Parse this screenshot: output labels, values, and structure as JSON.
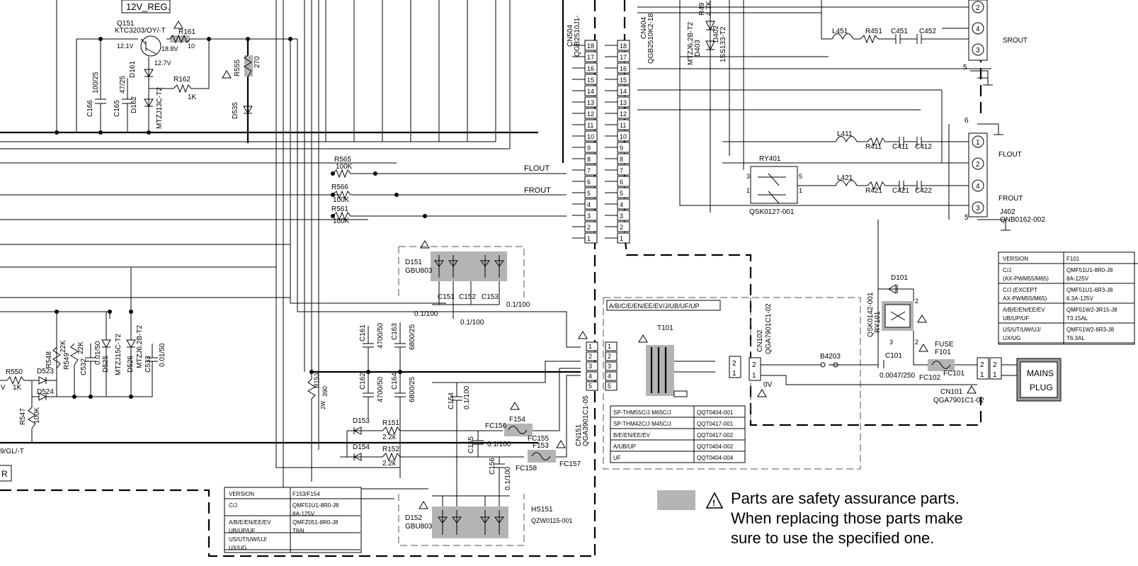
{
  "labels": {
    "reg_12v": "12V_REG.",
    "q151": "Q151",
    "q151_part": "KTC3203/OY/-T",
    "v_12_1": "12.1V",
    "v_18_8": "18.8V",
    "v_12_7": "12.7V",
    "r161": "R161",
    "r161_val": "10",
    "r162": "R162",
    "r162_val": "1K",
    "d161": "D161",
    "d162": "D162",
    "d162_part": "MTZJ13C-T2",
    "c166": "C166",
    "c166_val": "100/25",
    "c165": "C165",
    "c165_val": "47/25",
    "r555": "R555",
    "r555_val": "270",
    "d535": "D535",
    "cn504": "CN504",
    "cn504_part": "QGB2510J1-",
    "cn404": "CN404",
    "cn404_part": "QGB2510K2-18",
    "mtz_top": "MTZJ6.2B-T2",
    "d403": "D403",
    "r49x": "R49",
    "r49x_val": "4.7K",
    "d402": "D402",
    "d402_part": "1SS133-T2",
    "r565": "R565",
    "r565_val": "100K",
    "r566": "R566",
    "r566_val": "100K",
    "r561": "R561",
    "r561_val": "100K",
    "flout": "FLOUT",
    "frout": "FROUT",
    "srout": "SROUT",
    "ry401": "RY401",
    "qsk0127": "QSK0127-001",
    "l451": "L451",
    "r451": "R451",
    "c451": "C451",
    "c452": "C452",
    "l411": "L411",
    "r411": "R411",
    "c411": "C411",
    "c412": "C412",
    "l421": "L421",
    "r421": "R421",
    "c421": "C421",
    "c422": "C422",
    "j402": "J402",
    "j402_part": "QNB0162-002",
    "d151": "D151",
    "gbu803": "GBU803",
    "c151": "C151",
    "c152": "C152",
    "c153": "C153",
    "v01_100": "0.1/100",
    "c161": "C161",
    "c161_val": "4700/50",
    "c163": "C163",
    "c163_val": "6800/25",
    "c162": "C162",
    "c162_val": "4700/50",
    "c164": "C164",
    "c164_val": "6800/25",
    "c154": "C154",
    "c155": "C155",
    "c156": "C156",
    "r153": "R153",
    "r153_val": "390",
    "r153_w": "2W",
    "d153": "D153",
    "d154": "D154",
    "r151": "R151",
    "r151_val": "2.2k",
    "r152": "R152",
    "r152_val": "2.2k",
    "f154": "F154",
    "fc155": "FC155",
    "fc156": "FC156",
    "f153": "F153",
    "fc157": "FC157",
    "fc158": "FC158",
    "d152": "D152",
    "hs151": "HS151",
    "hs151_part": "QZW0115-001",
    "r548": "R548",
    "r548_val": "22K",
    "r549": "R549",
    "r549_val": "22K",
    "c532": "C532",
    "c532_val": "0.01/50",
    "d525": "D525",
    "d525_part": "MTZJ15C-T2",
    "d526": "D526",
    "d526_part": "MTZJ6.2B-T2",
    "c533": "C533",
    "c533_val": "0.01/50",
    "r550": "R550",
    "r550_val": "1K",
    "v_left": "V",
    "d523": "D523",
    "d524": "D524",
    "r547": "R547",
    "r547_val": "100K",
    "gl_t": "9/GL/-T",
    "r_box": "R",
    "cn151": "CN151",
    "cn151_part": "QGA3901C1-05",
    "t101": "T101",
    "trans_region": "A/B/C/E/EN/EE/EV/J/UB/UF/UP",
    "cn102": "CN102",
    "cn102_part": "QGA7901C1-02",
    "v0": "0V",
    "b4203": "B4203",
    "d101": "D101",
    "ry101": "RY101",
    "qsk0142": "QSK0142-001",
    "c101": "C101",
    "c101_val": "0.0047/250",
    "fuse": "FUSE",
    "f101": "F101",
    "fc101": "FC101",
    "fc102": "FC102",
    "cn101": "CN101",
    "cn101_part": "QGA7901C1-02",
    "mains_1": "MAINS",
    "mains_2": "PLUG"
  },
  "table_f101": {
    "headers": [
      "VERSION",
      "F101"
    ],
    "rows": [
      [
        "C/J",
        "(AX-PWM55/M65)",
        "QMF51U1-8R0-J8",
        "8A-125V"
      ],
      [
        "C/J  (EXCEPT",
        "AX-PWM55/M65)",
        "QMF51U1-6R3-J8",
        "6.3A-125V"
      ],
      [
        "A/B/E/EN/EE/EV",
        "UB/UP/UF",
        "QMF51W2-3R15-J8",
        "T3.15AL"
      ],
      [
        "US/UT/UW/UJ/",
        "UX/UG",
        "QMF51W2-6R3-J8",
        "T6.3AL"
      ]
    ]
  },
  "table_t101": {
    "rows": [
      [
        "SP-THM55C/J·M65C/J",
        "QQT0404-001"
      ],
      [
        "SP-THM42C/J·M45C/J",
        "QQT0417-001"
      ],
      [
        "B/E/EN/EE/EV",
        "QQT0417-002"
      ],
      [
        "A/UB/UP",
        "QQT0404-002"
      ],
      [
        "UF",
        "QQT0404-004"
      ]
    ]
  },
  "table_f153": {
    "headers": [
      "VERSION",
      "F153/F154"
    ],
    "rows": [
      [
        "C/J",
        "",
        "QMF51U1-8R0-J8",
        "8A-125V"
      ],
      [
        "A/B/E/EN/EE/EV",
        "UB/UP/UF",
        "QMFZ051-8R0-J8",
        "T8AL"
      ],
      [
        "US/UT/UW/UJ/",
        "UX/UG",
        "",
        ""
      ]
    ]
  },
  "notice": {
    "line1": "Parts are safety assurance parts.",
    "line2": "When replacing those parts make",
    "line3": "sure to use the specified one."
  },
  "connectors": {
    "cn504_pins": [
      "18",
      "17",
      "16",
      "15",
      "14",
      "13",
      "12",
      "11",
      "10",
      "9",
      "8",
      "7",
      "6",
      "5",
      "4",
      "3",
      "2",
      "1"
    ],
    "cn404_pins": [
      "18",
      "17",
      "16",
      "15",
      "14",
      "13",
      "12",
      "11",
      "10",
      "9",
      "8",
      "7",
      "6",
      "5",
      "4",
      "3",
      "2",
      "1"
    ],
    "cn151_pins": [
      "1",
      "2",
      "3",
      "4",
      "5"
    ],
    "t101_pins": [
      "1",
      "2",
      "3",
      "4",
      "5"
    ],
    "j402_srout": [
      "2",
      "4",
      "3"
    ],
    "j402_main": [
      "1",
      "2",
      "4",
      "3"
    ],
    "misc_pins": [
      "5",
      "6",
      "5",
      "1",
      "2",
      "3",
      "4",
      "2",
      "1",
      "2",
      "1",
      "2",
      "1",
      "2",
      "1",
      "3",
      "2"
    ]
  },
  "colors": {
    "safety_highlight": "#b4b4b4",
    "line": "#000000"
  }
}
